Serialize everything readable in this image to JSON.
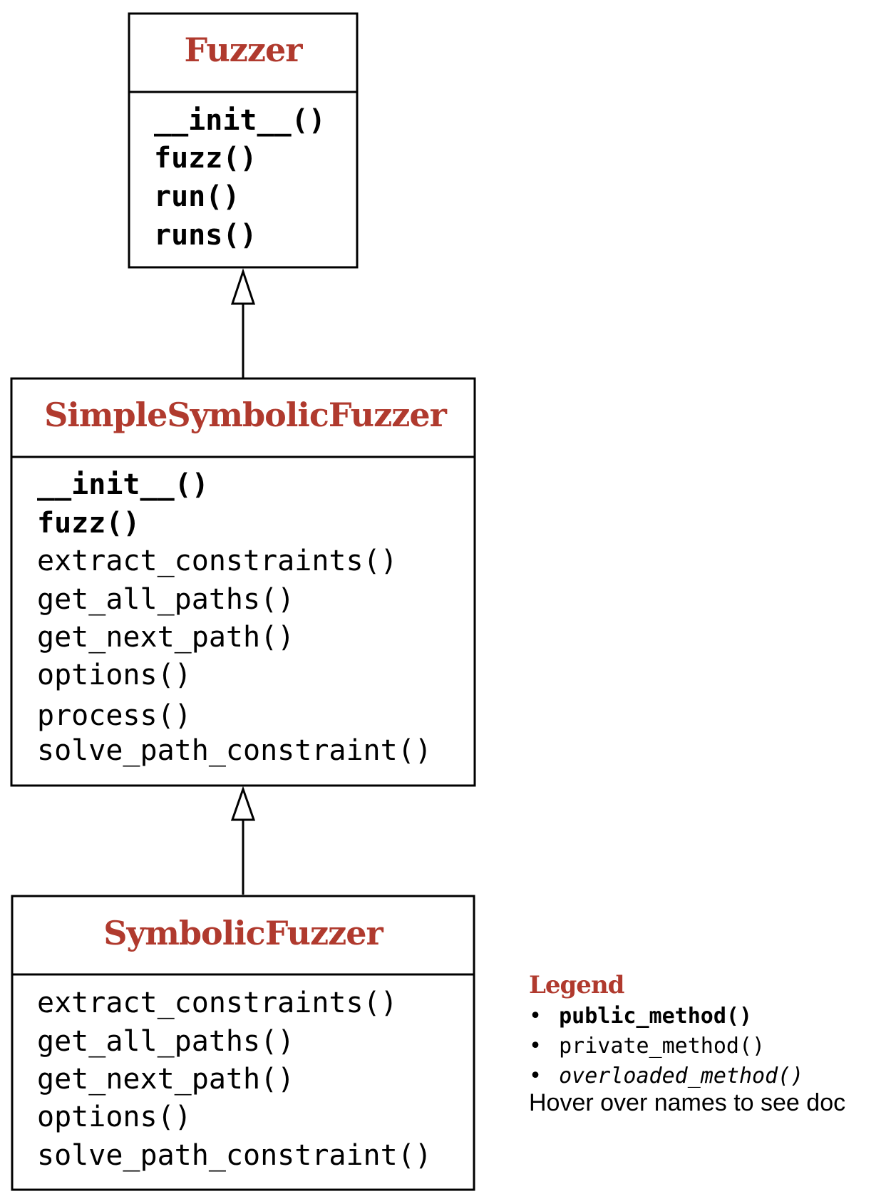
{
  "classes": {
    "fuzzer": {
      "name": "Fuzzer",
      "methods": [
        "__init__()",
        "fuzz()",
        "run()",
        "runs()"
      ]
    },
    "simple_symbolic_fuzzer": {
      "name": "SimpleSymbolicFuzzer",
      "methods": [
        "__init__()",
        "fuzz()",
        "extract_constraints()",
        "get_all_paths()",
        "get_next_path()",
        "options()",
        "process()",
        "solve_path_constraint()"
      ]
    },
    "symbolic_fuzzer": {
      "name": "SymbolicFuzzer",
      "methods": [
        "extract_constraints()",
        "get_all_paths()",
        "get_next_path()",
        "options()",
        "solve_path_constraint()"
      ]
    }
  },
  "legend": {
    "title": "Legend",
    "bullet": "•",
    "public": "public_method()",
    "private": "private_method()",
    "overloaded": "overloaded_method()",
    "hint": "Hover over names to see doc"
  },
  "colors": {
    "class_name": "#b03a2e",
    "line": "#000000"
  }
}
